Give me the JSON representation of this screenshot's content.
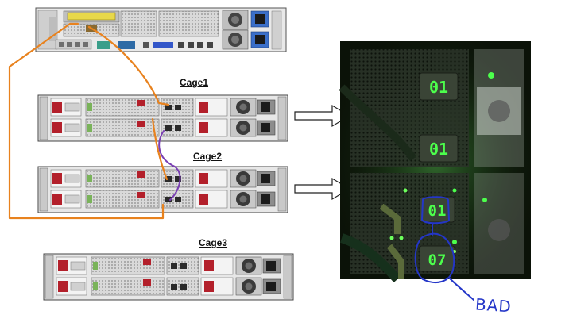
{
  "labels": {
    "cage1": "Cage1",
    "cage2": "Cage2",
    "cage3": "Cage3",
    "bad_annotation": "BAD"
  },
  "displays": {
    "top_module_upper": "01",
    "top_module_lower": "01",
    "bottom_module_upper": "01",
    "bottom_module_lower": "07"
  },
  "colors": {
    "cable_orange": "#e8821e",
    "cable_purple": "#7a3fb3",
    "annotation_blue": "#2436c8",
    "led_green": "#4cff4c"
  }
}
